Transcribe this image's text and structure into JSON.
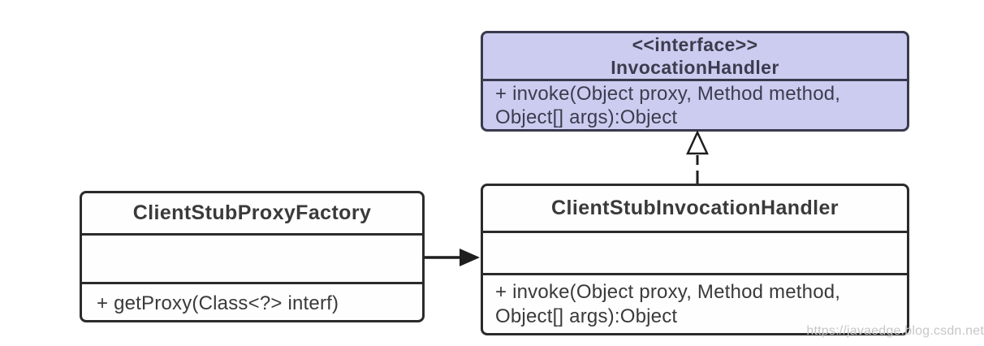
{
  "diagram": {
    "interface_box": {
      "stereotype": "<<interface>>",
      "name": "InvocationHandler",
      "attributes": [],
      "methods_lines": [
        "+ invoke(Object proxy, Method method,",
        "Object[] args):Object"
      ],
      "fill_color": "#ccccf0",
      "border_color": "#3a3a4d",
      "text_color": "#3c3c4e"
    },
    "factory_box": {
      "name": "ClientStubProxyFactory",
      "attributes": [],
      "methods_lines": [
        "+ getProxy(Class<?> interf)"
      ],
      "fill_color": "#fefefe",
      "border_color": "#2b2b2b",
      "text_color": "#3a3a3a"
    },
    "handler_box": {
      "name": "ClientStubInvocationHandler",
      "attributes": [],
      "methods_lines": [
        "+ invoke(Object proxy, Method method,",
        "Object[] args):Object"
      ],
      "fill_color": "#fefefe",
      "border_color": "#2b2b2b",
      "text_color": "#3a3a3a"
    },
    "relationships": [
      {
        "type": "association",
        "from": "ClientStubProxyFactory",
        "to": "ClientStubInvocationHandler",
        "line_style": "solid",
        "arrowhead": "filled-triangle"
      },
      {
        "type": "realization",
        "from": "ClientStubInvocationHandler",
        "to": "InvocationHandler",
        "line_style": "dashed",
        "arrowhead": "hollow-triangle"
      }
    ]
  },
  "watermark": {
    "text": "https://javaedge.blog.csdn.net",
    "color": "#c7c7c7"
  }
}
